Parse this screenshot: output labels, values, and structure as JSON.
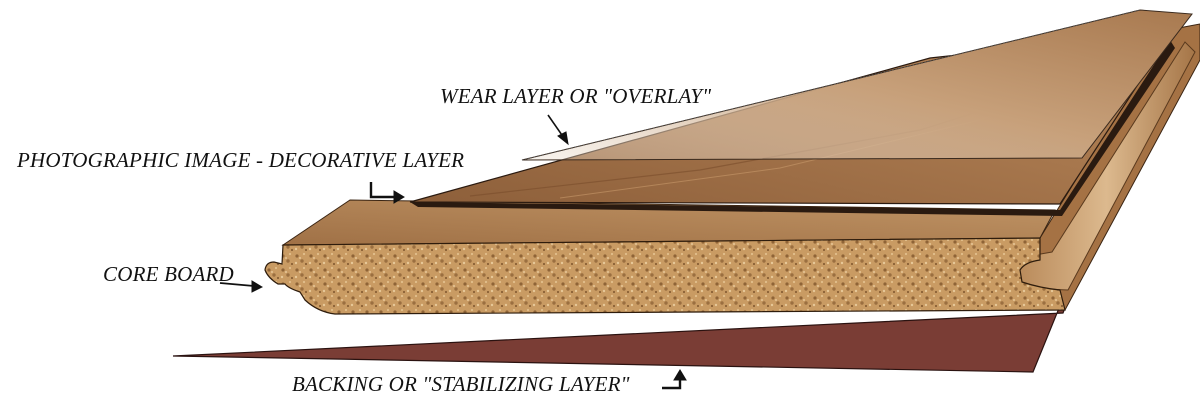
{
  "labels": {
    "wear_layer": "WEAR LAYER OR \"OVERLAY\"",
    "decorative_layer": "PHOTOGRAPHIC IMAGE - DECORATIVE LAYER",
    "core_board": "CORE BOARD",
    "backing_layer": "BACKING OR \"STABILIZING LAYER\""
  },
  "colors": {
    "wood_light": "#b98c63",
    "wood_mid": "#9a6a42",
    "wood_dark": "#6e4526",
    "core_face": "#c79a64",
    "core_top": "#a87a4d",
    "backing": "#7a3d35",
    "line": "#111111"
  }
}
